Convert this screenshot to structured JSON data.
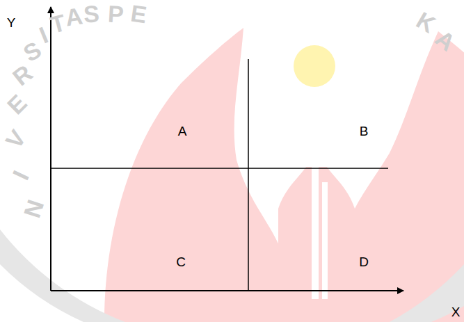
{
  "diagram": {
    "labels": [
      "Y",
      "A",
      "B",
      "C",
      "D",
      "X",
      "N",
      "I",
      "V",
      "E",
      "R",
      "S",
      "I",
      "T",
      "A",
      "S",
      "P",
      "E",
      "K",
      "A"
    ]
  }
}
